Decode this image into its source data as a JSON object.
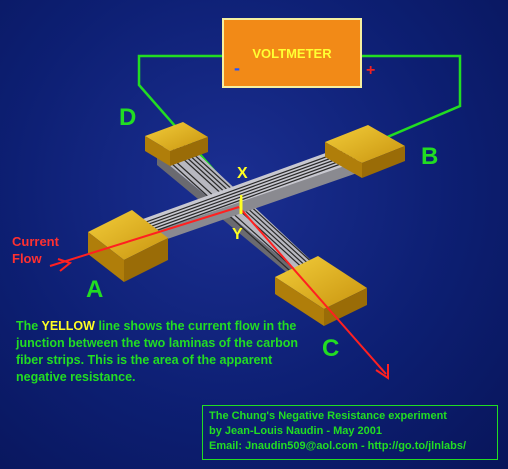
{
  "meter": {
    "label": "VOLTMETER",
    "minus": "-",
    "plus": "+"
  },
  "points": {
    "a": "A",
    "b": "B",
    "c": "C",
    "d": "D",
    "x": "X",
    "i": "I",
    "y": "Y"
  },
  "current_flow": {
    "line1": "Current",
    "line2": "Flow"
  },
  "note": {
    "pre": "The",
    "highlight": "YELLOW",
    "post": "line shows the current flow in the junction between the two laminas of the carbon fiber strips. This is the area of the apparent negative resistance."
  },
  "credits": {
    "line1": "The Chung's Negative Resistance experiment",
    "line2": "by Jean-Louis Naudin - May 2001",
    "line3": "Email: Jnaudin509@aol.com - http://go.to/jlnlabs/"
  },
  "colors": {
    "background": "#0d1f73",
    "label_green": "#22dd22",
    "voltmeter_orange": "#f28a17",
    "current_red": "#ff2020",
    "junction_yellow": "#ffff22",
    "pad_gold": "#d4a017"
  }
}
